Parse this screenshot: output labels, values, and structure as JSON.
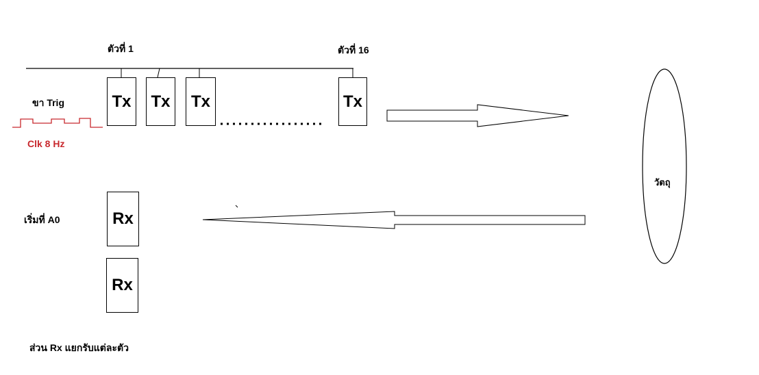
{
  "labels": {
    "first_tx": "ตัวที่   1",
    "last_tx": "ตัวที่   16",
    "trig_pin": "ขา   Trig",
    "clock": "Clk 8 Hz",
    "start_at": "เริ่มที่   A0",
    "object": "วัตถุ",
    "rx_note": "ส่วน   Rx แยกรับแต่ละตัว"
  },
  "tx_boxes": [
    "Tx",
    "Tx",
    "Tx",
    "Tx"
  ],
  "rx_boxes": [
    "Rx",
    "Rx"
  ],
  "colors": {
    "stroke": "#000000",
    "clock_text": "#c8282d",
    "clock_wave": "#c8282d"
  }
}
